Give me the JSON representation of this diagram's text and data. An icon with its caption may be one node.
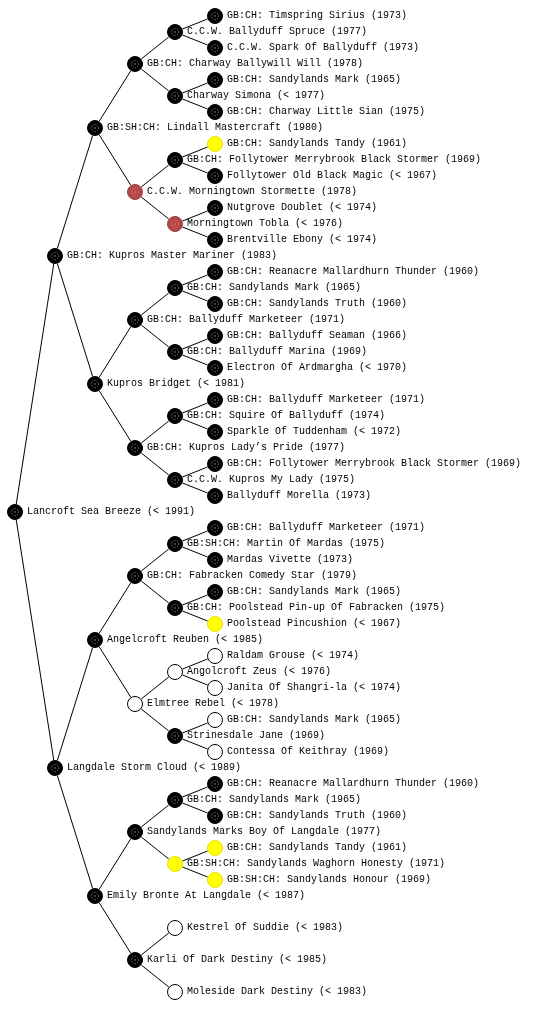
{
  "diagram": {
    "nodes": [
      {
        "text": [
          "GB:CH: Timspring Sirius (1973)"
        ]
      },
      {
        "text": [
          "C.C.W. Ballyduff Spruce (1977)"
        ]
      },
      {
        "text": [
          "C.C.W. Spark Of Ballyduff (1973)"
        ]
      },
      {
        "text": [
          "GB:CH: Charway Ballywill Will (1978)"
        ]
      },
      {
        "text": [
          "GB:CH: Sandylands Mark (1965)"
        ]
      },
      {
        "text": [
          "Charway Simona (< 1977)"
        ]
      },
      {
        "text": [
          "GB:CH: Charway Little Sian (1975)"
        ]
      },
      {
        "text": [
          "GB:SH:CH: Lindall Mastercraft (1980)"
        ]
      },
      {
        "text": [
          "GB:CH: Sandylands Tandy (1961)"
        ]
      },
      {
        "text": [
          "GB:CH: Follytower Merrybrook Black Stormer (1969)"
        ]
      },
      {
        "text": [
          "Follytower Old Black Magic (< 1967)"
        ]
      },
      {
        "text": [
          "C.C.W. Morningtown Stormette (1978)"
        ]
      },
      {
        "text": [
          "Nutgrove Doublet (< 1974)"
        ]
      },
      {
        "text": [
          "Morningtown Tobla (< 1976)"
        ]
      },
      {
        "text": [
          "Brentville Ebony (< 1974)"
        ]
      },
      {
        "text": [
          "GB:CH: Kupros Master Mariner (1983)"
        ]
      },
      {
        "text": [
          "GB:CH: Reanacre Mallardhurn Thunder (1960)"
        ]
      },
      {
        "text": [
          "GB:CH: Sandylands Mark (1965)"
        ]
      },
      {
        "text": [
          "GB:CH: Sandylands Truth (1960)"
        ]
      },
      {
        "text": [
          "GB:CH: Ballyduff Marketeer (1971)"
        ]
      },
      {
        "text": [
          "GB:CH: Ballyduff Seaman (1966)"
        ]
      },
      {
        "text": [
          "GB:CH: Ballyduff Marina (1969)"
        ]
      },
      {
        "text": [
          "Electron Of Ardmargha (< 1970)"
        ]
      },
      {
        "text": [
          "Kupros Bridget (< 1981)"
        ]
      },
      {
        "text": [
          "GB:CH: Ballyduff Marketeer (1971)"
        ]
      },
      {
        "text": [
          "GB:CH: Squire Of Ballyduff (1974)"
        ]
      },
      {
        "text": [
          "Sparkle Of Tuddenham (< 1972)"
        ]
      },
      {
        "text": [
          "GB:CH: Kupros Lady’s Pride (1977)"
        ]
      },
      {
        "text": [
          "GB:CH: Follytower Merrybrook Black Stormer (1969)"
        ]
      },
      {
        "text": [
          "C.C.W. Kupros My Lady (1975)"
        ]
      },
      {
        "text": [
          "Ballyduff Morella (1973)"
        ]
      },
      {
        "text": [
          "Lancroft Sea Breeze (< 1991)"
        ]
      },
      {
        "text": [
          "GB:CH: Ballyduff Marketeer (1971)"
        ]
      },
      {
        "text": [
          "GB:SH:CH: Martin Of Mardas (1975)"
        ]
      },
      {
        "text": [
          "Mardas Vivette (1973)"
        ]
      },
      {
        "text": [
          "GB:CH: Fabracken Comedy Star (1979)"
        ]
      },
      {
        "text": [
          "GB:CH: Sandylands Mark (1965)"
        ]
      },
      {
        "text": [
          "GB:CH: Poolstead Pin-up Of Fabracken (1975)"
        ]
      },
      {
        "text": [
          "Poolstead Pincushion (< 1967)"
        ]
      },
      {
        "text": [
          "Angelcroft Reuben (< 1985)"
        ]
      },
      {
        "text": [
          "Raldam Grouse (< 1974)"
        ]
      },
      {
        "text": [
          "Angolcroft Zeus (< 1976)"
        ]
      },
      {
        "text": [
          "Janita Of Shangri-la (< 1974)"
        ]
      },
      {
        "text": [
          "Elmtree Rebel (< 1978)"
        ]
      },
      {
        "text": [
          "GB:CH: Sandylands Mark (1965)"
        ]
      },
      {
        "text": [
          "Strinesdale Jane (1969)"
        ]
      },
      {
        "text": [
          "Contessa Of Keithray (1969)"
        ]
      },
      {
        "text": [
          "Langdale Storm Cloud (< 1989)"
        ]
      },
      {
        "text": [
          "GB:CH: Reanacre Mallardhurn Thunder (1960)"
        ]
      },
      {
        "text": [
          "GB:CH: Sandylands Mark (1965)"
        ]
      },
      {
        "text": [
          "GB:CH: Sandylands Truth (1960)"
        ]
      },
      {
        "text": [
          "Sandylands Marks Boy Of Langdale (1977)"
        ]
      },
      {
        "text": [
          "GB:CH: Sandylands Tandy (1961)"
        ]
      },
      {
        "text": [
          "GB:SH:CH: Sandylands Waghorn Honesty (1971)"
        ]
      },
      {
        "text": [
          "GB:SH:CH: Sandylands Honour (1969)"
        ]
      },
      {
        "text": [
          "Emily Bronte At Langdale (< 1987)"
        ]
      },
      {
        "text": [
          "Kestrel Of Suddie (< 1983)"
        ]
      },
      {
        "text": [
          "Karli Of Dark Destiny (< 1985)"
        ]
      },
      {
        "text": [
          "Moleside Dark Destiny (< 1983)"
        ]
      }
    ],
    "edges": [
      {
        "from": 1,
        "to": 0,
        "arrow": "none"
      },
      {
        "from": 3,
        "to": 1,
        "arrow": "none"
      },
      {
        "from": 1,
        "to": 2,
        "arrow": "none"
      },
      {
        "from": 7,
        "to": 3,
        "arrow": "none"
      },
      {
        "from": 5,
        "to": 4,
        "arrow": "none"
      },
      {
        "from": 3,
        "to": 5,
        "arrow": "none"
      },
      {
        "from": 5,
        "to": 6,
        "arrow": "none"
      },
      {
        "from": 15,
        "to": 7,
        "arrow": "none"
      },
      {
        "from": 9,
        "to": 8,
        "arrow": "none"
      },
      {
        "from": 11,
        "to": 9,
        "arrow": "none"
      },
      {
        "from": 9,
        "to": 10,
        "arrow": "none"
      },
      {
        "from": 7,
        "to": 11,
        "arrow": "none"
      },
      {
        "from": 13,
        "to": 12,
        "arrow": "none"
      },
      {
        "from": 11,
        "to": 13,
        "arrow": "none"
      },
      {
        "from": 13,
        "to": 14,
        "arrow": "none"
      },
      {
        "from": 31,
        "to": 15,
        "arrow": "none"
      },
      {
        "from": 17,
        "to": 16,
        "arrow": "none"
      },
      {
        "from": 19,
        "to": 17,
        "arrow": "none"
      },
      {
        "from": 17,
        "to": 18,
        "arrow": "none"
      },
      {
        "from": 23,
        "to": 19,
        "arrow": "none"
      },
      {
        "from": 21,
        "to": 20,
        "arrow": "none"
      },
      {
        "from": 19,
        "to": 21,
        "arrow": "none"
      },
      {
        "from": 21,
        "to": 22,
        "arrow": "none"
      },
      {
        "from": 15,
        "to": 23,
        "arrow": "none"
      },
      {
        "from": 25,
        "to": 24,
        "arrow": "none"
      },
      {
        "from": 27,
        "to": 25,
        "arrow": "none"
      },
      {
        "from": 25,
        "to": 26,
        "arrow": "none"
      },
      {
        "from": 23,
        "to": 27,
        "arrow": "none"
      },
      {
        "from": 29,
        "to": 28,
        "arrow": "none"
      },
      {
        "from": 27,
        "to": 29,
        "arrow": "none"
      },
      {
        "from": 29,
        "to": 30,
        "arrow": "none"
      },
      {
        "from": 33,
        "to": 32,
        "arrow": "none"
      },
      {
        "from": 35,
        "to": 33,
        "arrow": "none"
      },
      {
        "from": 33,
        "to": 34,
        "arrow": "none"
      },
      {
        "from": 39,
        "to": 35,
        "arrow": "none"
      },
      {
        "from": 37,
        "to": 36,
        "arrow": "none"
      },
      {
        "from": 35,
        "to": 37,
        "arrow": "none"
      },
      {
        "from": 37,
        "to": 38,
        "arrow": "none"
      },
      {
        "from": 47,
        "to": 39,
        "arrow": "none"
      },
      {
        "from": 41,
        "to": 40,
        "arrow": "none"
      },
      {
        "from": 43,
        "to": 41,
        "arrow": "none"
      },
      {
        "from": 41,
        "to": 42,
        "arrow": "none"
      },
      {
        "from": 39,
        "to": 43,
        "arrow": "none"
      },
      {
        "from": 45,
        "to": 44,
        "arrow": "none"
      },
      {
        "from": 43,
        "to": 45,
        "arrow": "none"
      },
      {
        "from": 45,
        "to": 46,
        "arrow": "none"
      },
      {
        "from": 31,
        "to": 47,
        "arrow": "none"
      },
      {
        "from": 49,
        "to": 48,
        "arrow": "none"
      },
      {
        "from": 51,
        "to": 49,
        "arrow": "none"
      },
      {
        "from": 49,
        "to": 50,
        "arrow": "none"
      },
      {
        "from": 55,
        "to": 51,
        "arrow": "none"
      },
      {
        "from": 53,
        "to": 52,
        "arrow": "none"
      },
      {
        "from": 51,
        "to": 53,
        "arrow": "none"
      },
      {
        "from": 53,
        "to": 54,
        "arrow": "none"
      },
      {
        "from": 47,
        "to": 55,
        "arrow": "none"
      },
      {
        "from": 57,
        "to": 56,
        "arrow": "none"
      },
      {
        "from": 55,
        "to": 57,
        "arrow": "none"
      },
      {
        "from": 57,
        "to": 58,
        "arrow": "none"
      }
    ]
  }
}
